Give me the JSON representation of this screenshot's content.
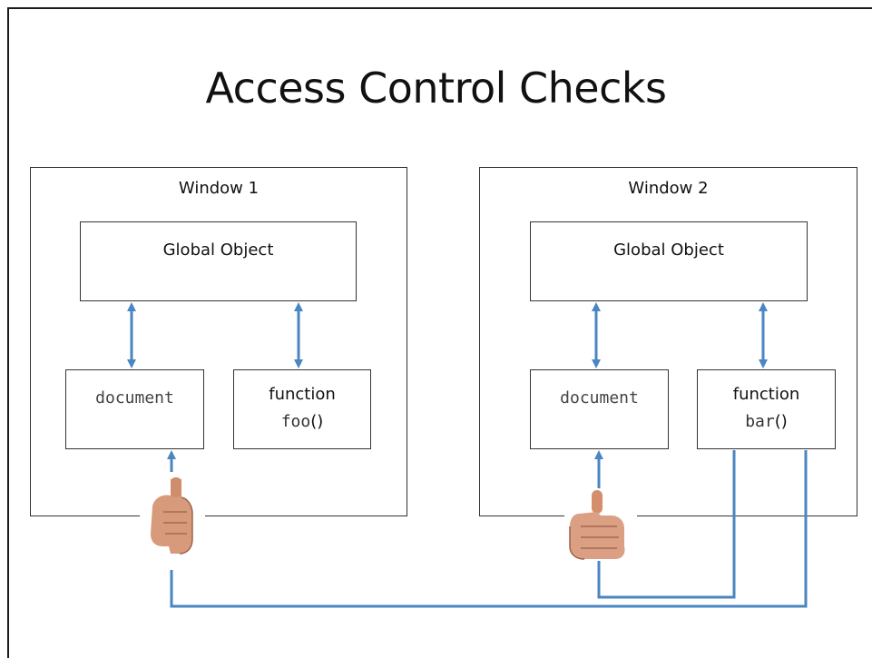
{
  "title": "Access Control Checks",
  "windows": [
    {
      "label": "Window 1",
      "global": "Global Object",
      "document": "document",
      "function_kw": "function",
      "function_name": "foo",
      "function_parens": "()"
    },
    {
      "label": "Window 2",
      "global": "Global Object",
      "document": "document",
      "function_kw": "function",
      "function_name": "bar",
      "function_parens": "()"
    }
  ],
  "colors": {
    "arrow": "#4a86c2",
    "border": "#333333"
  },
  "icons": {
    "deny": "thumbs-down-icon",
    "allow": "thumbs-up-icon"
  }
}
